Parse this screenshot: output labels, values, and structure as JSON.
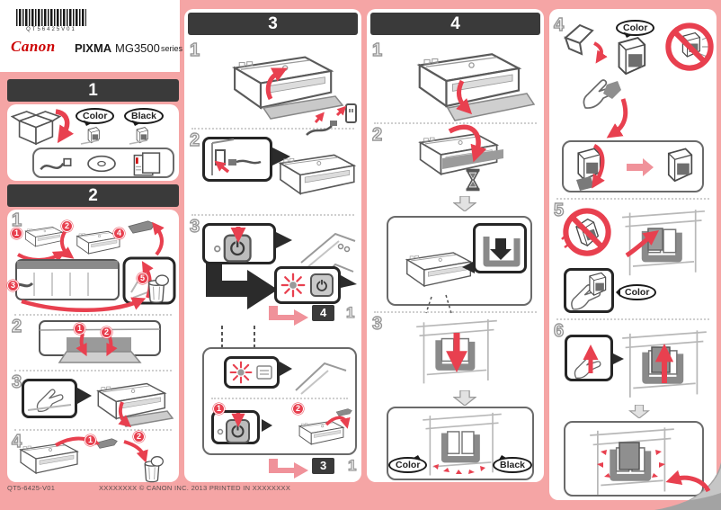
{
  "header": {
    "barcode_text": "QT56425V01",
    "brand": "Canon",
    "product": "PIXMA",
    "model": "MG3500",
    "series": "series"
  },
  "sections": {
    "s1": "1",
    "s2": "2",
    "s3": "3",
    "s4": "4"
  },
  "steps": {
    "n1": "1",
    "n2": "2",
    "n3": "3",
    "n4": "4",
    "n5": "5",
    "n6": "6"
  },
  "badges": {
    "b1": "1",
    "b2": "2",
    "b3": "3",
    "b4": "4",
    "b5": "5"
  },
  "labels": {
    "color": "Color",
    "black": "Black"
  },
  "goto": {
    "g4": {
      "section": "4",
      "step": "1"
    },
    "g3": {
      "section": "3",
      "step": "1"
    }
  },
  "footer": {
    "left": "QT5-6425-V01",
    "center": "XXXXXXXX © CANON INC. 2013 PRINTED IN XXXXXXXX"
  },
  "icons": {
    "barcode": "barcode-icon",
    "power": "power-button-icon",
    "hourglass": "hourglass-icon",
    "prohibition": "prohibition-icon",
    "trash": "trash-bin-icon",
    "page_turn": "page-turn-arrow-icon"
  },
  "colors": {
    "background": "#f5a5a5",
    "panel": "#ffffff",
    "header_bar": "#3a3a3a",
    "canon_red": "#cc0000",
    "accent_red": "#e8404f",
    "soft_arrow_pink": "#f0929a",
    "line_art_gray": "#555555"
  }
}
